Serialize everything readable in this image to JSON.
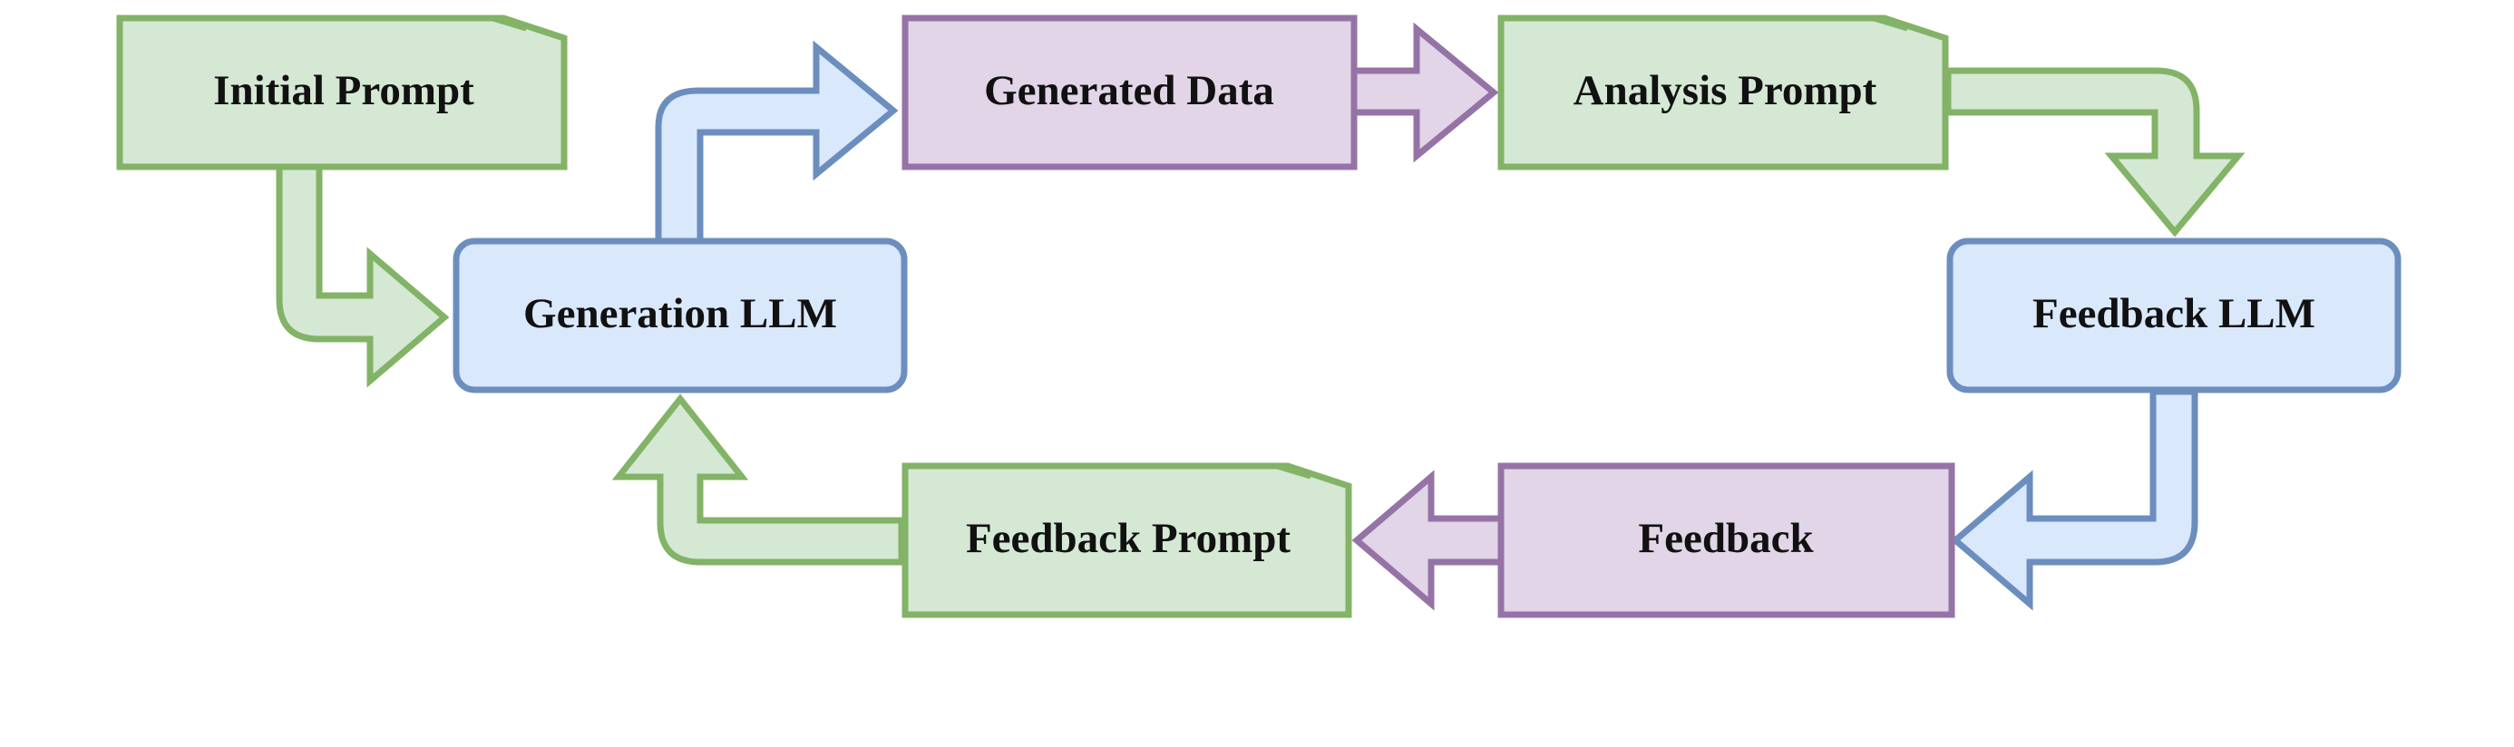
{
  "colors": {
    "green_fill": "#d5e8d4",
    "green_stroke": "#82b366",
    "blue_fill": "#dae8fc",
    "blue_stroke": "#6c8ebf",
    "purple_fill": "#e1d5e7",
    "purple_stroke": "#9673a6",
    "text": "#111111"
  },
  "nodes": {
    "initial_prompt": "Initial Prompt",
    "generation_llm": "Generation LLM",
    "generated_data": "Generated Data",
    "analysis_prompt": "Analysis Prompt",
    "feedback_llm": "Feedback LLM",
    "feedback": "Feedback",
    "feedback_prompt": "Feedback Prompt"
  }
}
